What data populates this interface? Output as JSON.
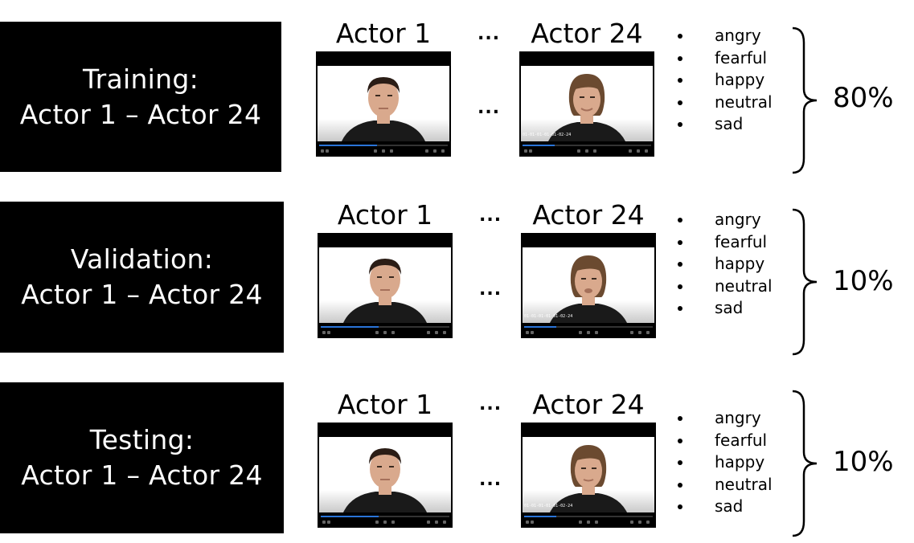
{
  "rows": [
    {
      "split_line1": "Training:",
      "split_line2": "Actor 1 – Actor 24",
      "first_actor": "Actor 1",
      "last_actor": "Actor 24",
      "ellipsis": "...",
      "last_thumb_stamp": "01-01-01-01-01-02-24",
      "emotions": [
        "angry",
        "fearful",
        "happy",
        "neutral",
        "sad"
      ],
      "percent": "80%"
    },
    {
      "split_line1": "Validation:",
      "split_line2": "Actor 1 – Actor 24",
      "first_actor": "Actor 1",
      "last_actor": "Actor 24",
      "ellipsis": "...",
      "last_thumb_stamp": "01-01-01-01-01-02-24",
      "emotions": [
        "angry",
        "fearful",
        "happy",
        "neutral",
        "sad"
      ],
      "percent": "10%"
    },
    {
      "split_line1": "Testing:",
      "split_line2": "Actor 1 – Actor 24",
      "first_actor": "Actor 1",
      "last_actor": "Actor 24",
      "ellipsis": "...",
      "last_thumb_stamp": "01-01-01-01-01-02-24",
      "emotions": [
        "angry",
        "fearful",
        "happy",
        "neutral",
        "sad"
      ],
      "percent": "10%"
    }
  ],
  "colors": {
    "box_background": "#000000",
    "box_text": "#ffffff",
    "player_progress": "#2a74d8",
    "male_hair": "#2b1d16",
    "female_hair": "#6b4a30",
    "skin": "#d9a98d"
  },
  "icons": [
    "male-actor-face-icon",
    "female-actor-face-icon",
    "curly-brace-icon"
  ]
}
